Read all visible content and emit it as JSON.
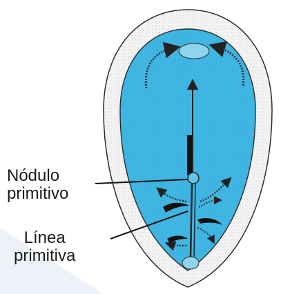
{
  "labels": {
    "nodulo": [
      "Nódulo",
      "primitivo"
    ],
    "linea": [
      "Línea",
      "primitiva"
    ]
  },
  "colors": {
    "epiblast_blue": "#3fb6e3",
    "amnion_rim": "#f2f2f2",
    "outline": "#2a2a2a",
    "background_wedge": "#eef2f8"
  },
  "icons": {
    "arrows": "cell-migration-arrows"
  }
}
